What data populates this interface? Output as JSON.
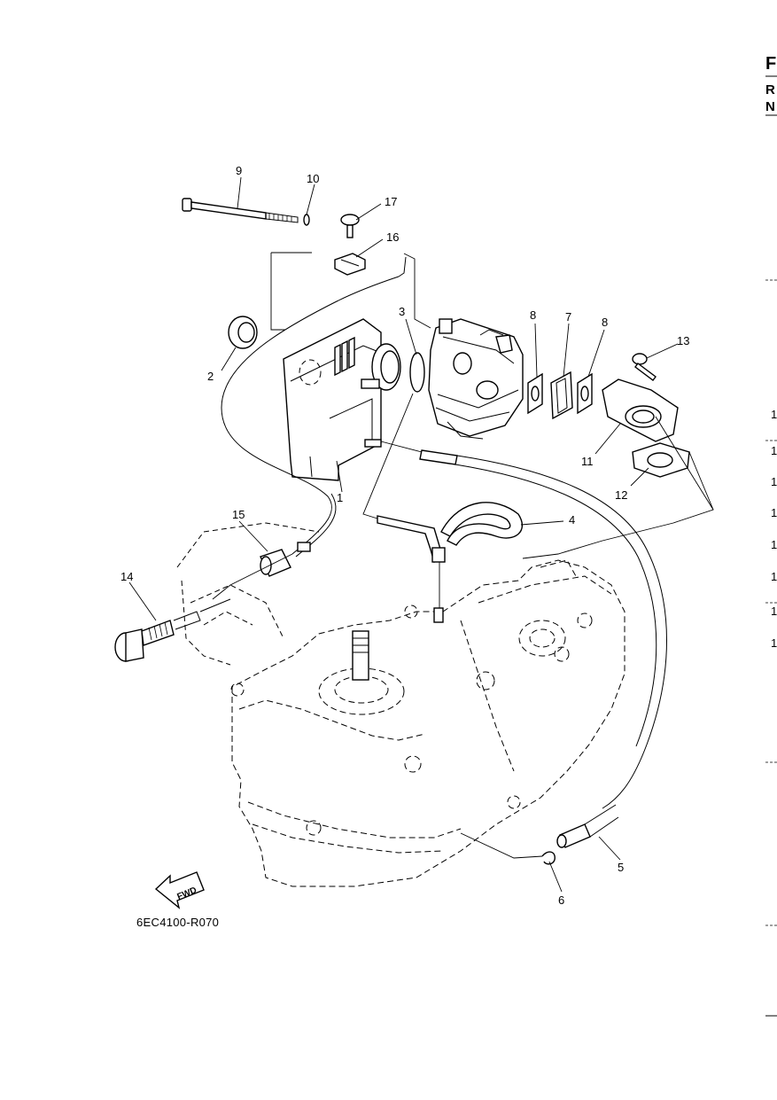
{
  "diagram": {
    "figure_code": "6EC4100-R070",
    "fwd_label": "FWD",
    "callouts": [
      "9",
      "10",
      "17",
      "16",
      "3",
      "8",
      "7",
      "8",
      "13",
      "2",
      "1",
      "11",
      "12",
      "4",
      "15",
      "14",
      "5",
      "6"
    ]
  },
  "page_edge": {
    "letters": [
      "F",
      "R",
      "N"
    ],
    "numbers": [
      "1",
      "1",
      "1",
      "1",
      "1",
      "1",
      "1",
      "1"
    ]
  }
}
